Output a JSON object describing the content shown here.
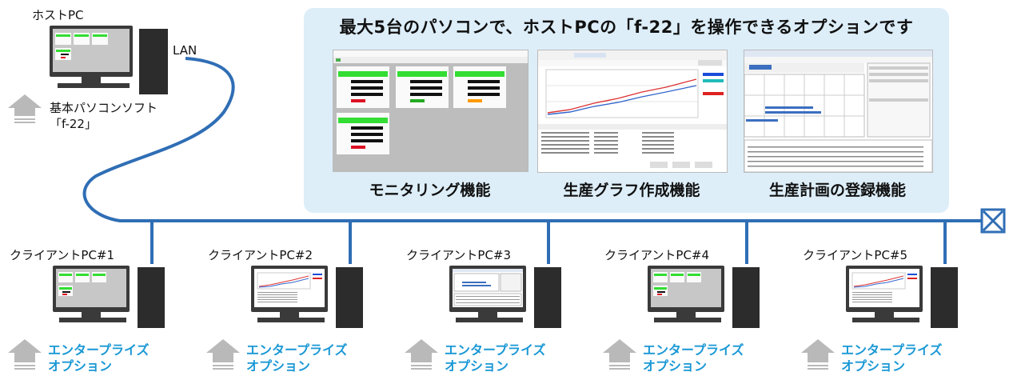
{
  "headline": "最大5台のパソコンで、ホストPCの「f-22」を操作できるオプションです",
  "host": {
    "label": "ホストPC",
    "lan_label": "LAN",
    "software_line1": "基本パソコンソフト",
    "software_line2": "「f-22」"
  },
  "features": [
    {
      "label": "モニタリング機能"
    },
    {
      "label": "生産グラフ作成機能"
    },
    {
      "label": "生産計画の登録機能"
    }
  ],
  "clients": [
    {
      "label": "クライアントPC#1",
      "option_line1": "エンタープライズ",
      "option_line2": "オプション",
      "screen": "monitoring"
    },
    {
      "label": "クライアントPC#2",
      "option_line1": "エンタープライズ",
      "option_line2": "オプション",
      "screen": "graph"
    },
    {
      "label": "クライアントPC#3",
      "option_line1": "エンタープライズ",
      "option_line2": "オプション",
      "screen": "plan"
    },
    {
      "label": "クライアントPC#4",
      "option_line1": "エンタープライズ",
      "option_line2": "オプション",
      "screen": "monitoring"
    },
    {
      "label": "クライアントPC#5",
      "option_line1": "エンタープライズ",
      "option_line2": "オプション",
      "screen": "graph"
    }
  ],
  "colors": {
    "network_line": "#2f6eb5",
    "panel": "#ddeef9",
    "option_text": "#1a98d5",
    "terminator": "#2f6eb5"
  }
}
